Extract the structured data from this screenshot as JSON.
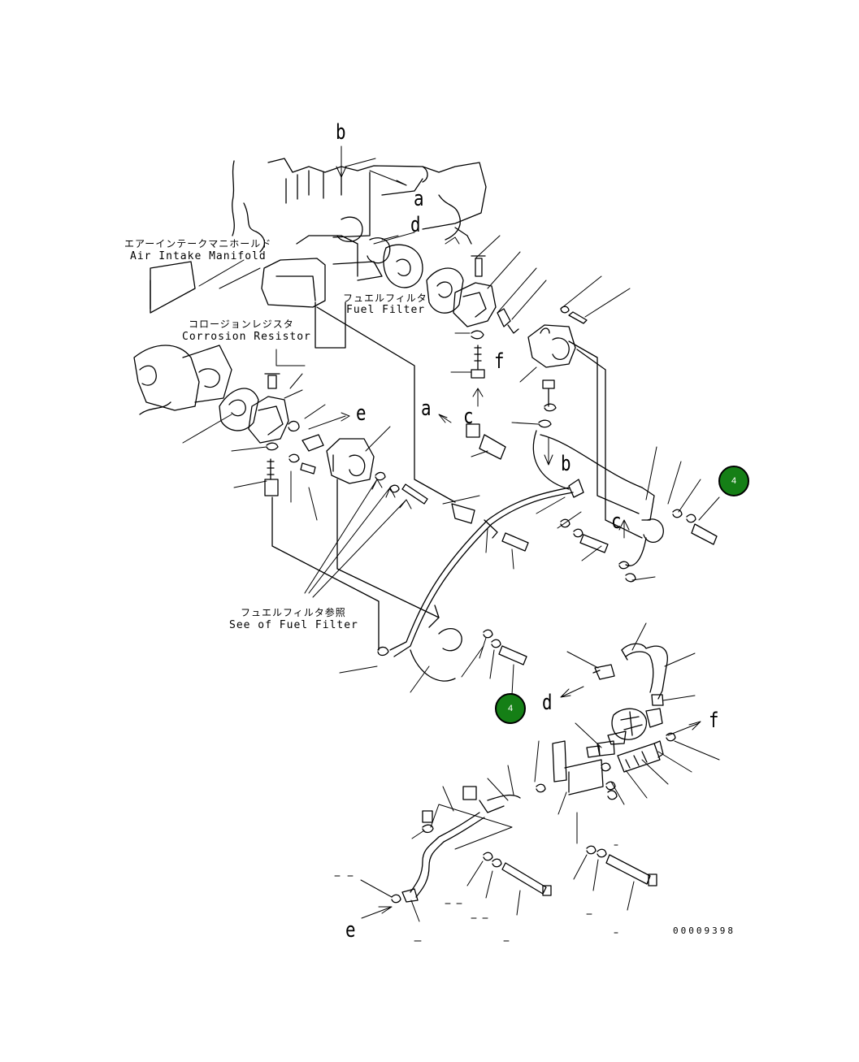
{
  "labels": {
    "manifold_jp": "エアーインテークマニホールド",
    "manifold_en": "Air Intake Manifold",
    "fuel_filter_jp": "フュエルフィルタ",
    "fuel_filter_en": "Fuel Filter",
    "corrosion_jp": "コロージョンレジスタ",
    "corrosion_en": "Corrosion Resistor",
    "see_fuel_filter_jp": "フュエルフィルタ参照",
    "see_fuel_filter_en": "See of Fuel Filter",
    "drawing_number": "00009398"
  },
  "callout_letters": {
    "b_top": "b",
    "a_top": "a",
    "d_top": "d",
    "f_mid": "f",
    "a_mid": "a",
    "c_mid": "c",
    "e_mid": "e",
    "b_mid": "b",
    "c_right": "c",
    "d_lower": "d",
    "f_lower": "f",
    "e_bottom": "e"
  },
  "badges": {
    "badge_upper": "4",
    "badge_lower": "4"
  },
  "colors": {
    "badge_fill": "#157f16",
    "line": "#000000"
  }
}
